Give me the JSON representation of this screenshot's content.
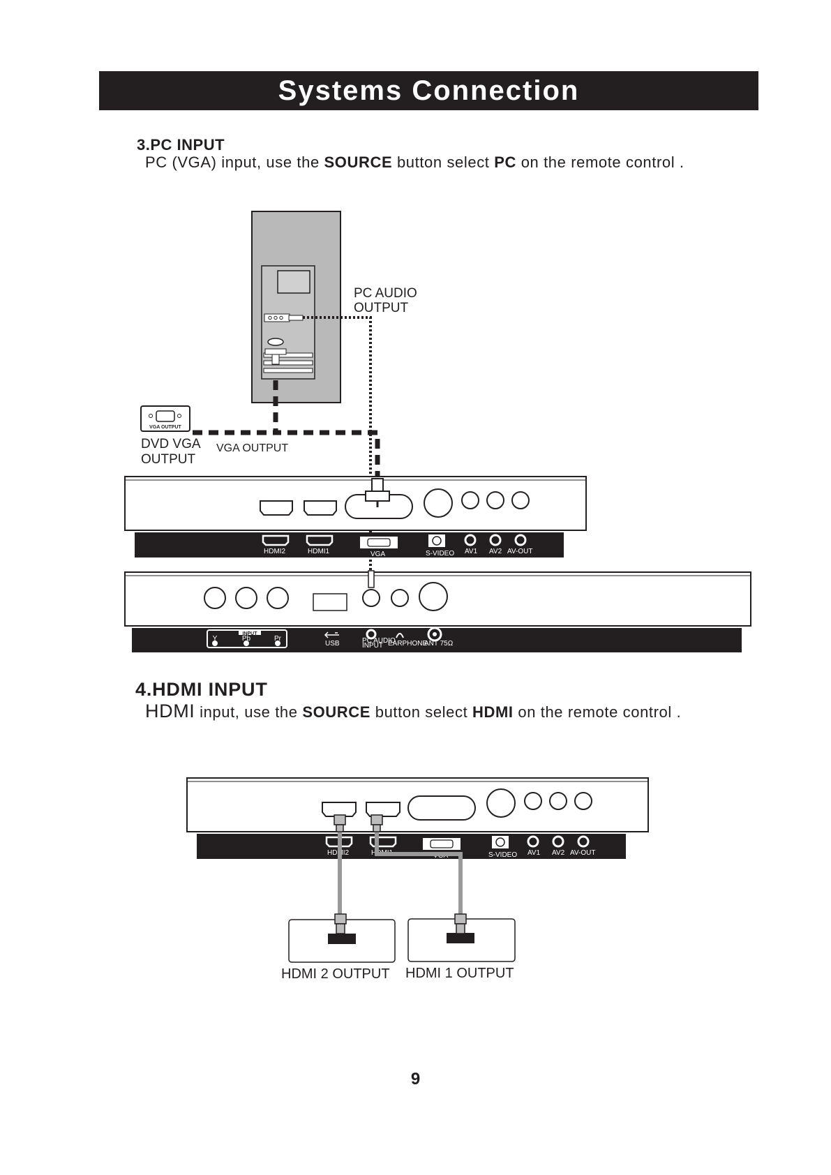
{
  "banner": {
    "title": "Systems Connection"
  },
  "section_pc": {
    "heading": "3.PC INPUT",
    "line_pre": "PC (VGA) input, use the ",
    "line_bold1": "SOURCE",
    "line_mid": " button select ",
    "line_bold2": "PC",
    "line_post": " on the remote control ."
  },
  "section_hdmi": {
    "heading": "4.HDMI INPUT",
    "line_big": "HDMI",
    "line_pre": " input, use the ",
    "line_bold1": "SOURCE",
    "line_mid": " button select ",
    "line_bold2": "HDMI",
    "line_post": " on the remote control ."
  },
  "pc_diagram": {
    "pc_audio_line1": "PC AUDIO",
    "pc_audio_line2": "OUTPUT",
    "vga_output_port": "VGA OUTPUT",
    "dvd_line1": "DVD VGA",
    "dvd_line2": "OUTPUT",
    "vga_output_label": "VGA OUTPUT"
  },
  "panel_top": {
    "hdmi2": "HDMI2",
    "hdmi1": "HDMI1",
    "vga": "VGA",
    "svideo": "S-VIDEO",
    "av1": "AV1",
    "av2": "AV2",
    "avout": "AV-OUT"
  },
  "panel_bottom": {
    "input": "INPUT",
    "y": "Y",
    "pb": "Pb",
    "pr": "Pr",
    "usb": "USB",
    "pc_audio_input_1": "PC AUDIO",
    "pc_audio_input_2": "INPUT",
    "earphone": "EARPHONE",
    "ant": "ANT 75Ω"
  },
  "hdmi_diagram": {
    "hdmi2_output": "HDMI 2 OUTPUT",
    "hdmi1_output": "HDMI 1 OUTPUT"
  },
  "page": {
    "number": "9"
  }
}
